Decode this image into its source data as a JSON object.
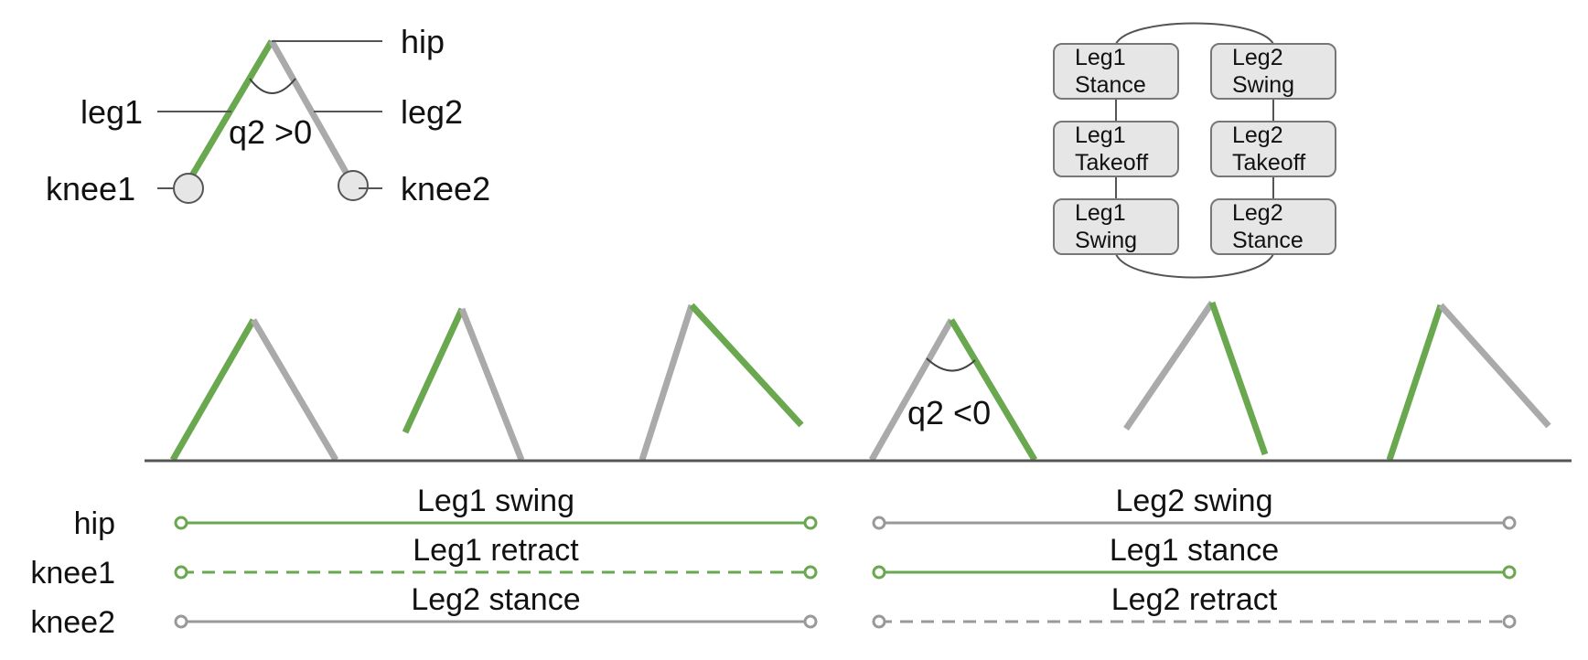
{
  "colors": {
    "green": "#6aa84f",
    "gray": "#aaaaaa",
    "dark": "#555555",
    "node_fill": "#e6e6e6",
    "node_stroke": "#777777"
  },
  "legend": {
    "hip": "hip",
    "leg1": "leg1",
    "leg2": "leg2",
    "knee1": "knee1",
    "knee2": "knee2",
    "angle": "q2 >0"
  },
  "states": [
    {
      "line1": "Leg1",
      "line2": "Stance"
    },
    {
      "line1": "Leg2",
      "line2": "Swing"
    },
    {
      "line1": "Leg1",
      "line2": "Takeoff"
    },
    {
      "line1": "Leg2",
      "line2": "Takeoff"
    },
    {
      "line1": "Leg1",
      "line2": "Swing"
    },
    {
      "line1": "Leg2",
      "line2": "Stance"
    }
  ],
  "sequence_angle_label": "q2 <0",
  "rows": [
    "hip",
    "knee1",
    "knee2"
  ],
  "phases": {
    "left": [
      {
        "label": "Leg1 swing",
        "color": "green",
        "style": "solid"
      },
      {
        "label": "Leg1 retract",
        "color": "green",
        "style": "dashed"
      },
      {
        "label": "Leg2 stance",
        "color": "gray",
        "style": "solid"
      }
    ],
    "right": [
      {
        "label": "Leg2 swing",
        "color": "gray",
        "style": "solid"
      },
      {
        "label": "Leg1 stance",
        "color": "green",
        "style": "solid"
      },
      {
        "label": "Leg2 retract",
        "color": "gray",
        "style": "dashed"
      }
    ]
  }
}
